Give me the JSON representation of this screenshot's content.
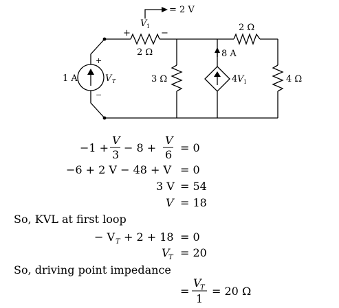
{
  "circuit": {
    "v1_value_label": "= 2 V",
    "v1_label": "V",
    "v1_sub": "1",
    "r_top_left_label": "2 Ω",
    "r_top_right_label": "2 Ω",
    "r_mid_label": "3 Ω",
    "r_right_label": "4 Ω",
    "current_8a_label": "8 A",
    "dep_source_label_prefix": "4",
    "dep_source_label_var": "V",
    "dep_source_label_sub": "1",
    "source_current_label": "1 A",
    "source_voltage_label": "V",
    "source_voltage_sub": "T",
    "plus_sign": "+",
    "minus_sign": "−"
  },
  "equations": {
    "eq1_lhs_a": "−1 +",
    "eq1_frac1_num": "V",
    "eq1_frac1_den": "3",
    "eq1_mid": "− 8 +",
    "eq1_frac2_num": "V",
    "eq1_frac2_den": "6",
    "eq1_rhs": "= 0",
    "eq2_lhs": "−6 + 2 V − 48 + V",
    "eq2_rhs": "= 0",
    "eq3_lhs": "3 V",
    "eq3_rhs": "= 54",
    "eq4_lhs": "V",
    "eq4_rhs": "= 18",
    "note1": "So, KVL at first loop",
    "eq5_lhs": "− V",
    "eq5_sub": "T",
    "eq5_rest": "+ 2 + 18",
    "eq5_rhs": "= 0",
    "eq6_lhs": "V",
    "eq6_sub": "T",
    "eq6_rhs": "= 20",
    "note2": "So, driving point impedance",
    "eq7_eq": "=",
    "eq7_num": "V",
    "eq7_num_sub": "T",
    "eq7_den": "1",
    "eq7_rhs": "= 20 Ω"
  }
}
